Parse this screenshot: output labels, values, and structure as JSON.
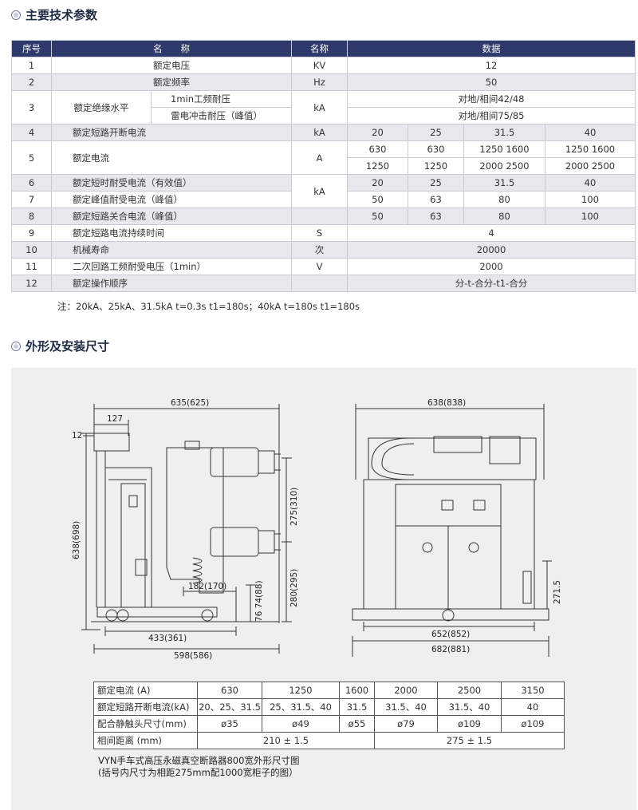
{
  "section1": {
    "title": "主要技术参数"
  },
  "params": {
    "headers": [
      "序号",
      "名　　称",
      "名称",
      "数据"
    ],
    "rows": [
      {
        "no": "1",
        "name": "额定电压",
        "unit": "KV",
        "value": "12"
      },
      {
        "no": "2",
        "name": "额定频率",
        "unit": "Hz",
        "value": "50"
      },
      {
        "no": "3",
        "name": "额定绝缘水平",
        "sub1": "1min工频耐压",
        "sub2": "雷电冲击耐压（峰值）",
        "unit": "kA",
        "value1": "对地/相间42/48",
        "value2": "对地/相间75/85"
      },
      {
        "no": "4",
        "name": "额定短路开断电流",
        "unit": "kA",
        "v": [
          "20",
          "25",
          "31.5",
          "40"
        ]
      },
      {
        "no": "5",
        "name": "额定电流",
        "unit": "A",
        "v1": [
          "630",
          "630",
          "1250 1600",
          "1250 1600"
        ],
        "v2": [
          "1250",
          "1250",
          "2000 2500",
          "2000 2500"
        ]
      },
      {
        "no": "6",
        "name": "额定短时耐受电流（有效值）",
        "v": [
          "20",
          "25",
          "31.5",
          "40"
        ]
      },
      {
        "no": "7",
        "name": "额定峰值耐受电流（峰值）",
        "unit": "kA",
        "v": [
          "50",
          "63",
          "80",
          "100"
        ]
      },
      {
        "no": "8",
        "name": "额定短路关合电流（峰值）",
        "v": [
          "50",
          "63",
          "80",
          "100"
        ]
      },
      {
        "no": "9",
        "name": "额定短路电流持续时间",
        "unit": "S",
        "value": "4"
      },
      {
        "no": "10",
        "name": "机械寿命",
        "unit": "次",
        "value": "20000"
      },
      {
        "no": "11",
        "name": "二次回路工频耐受电压（1min）",
        "unit": "V",
        "value": "2000"
      },
      {
        "no": "12",
        "name": "额定操作顺序",
        "unit": "",
        "value": "分-t-合分-t1-合分"
      }
    ],
    "note": "注：20kA、25kA、31.5kA  t=0.3s  t1=180s；40kA  t=180s  t1=180s"
  },
  "section2": {
    "title": "外形及安装尺寸"
  },
  "drawing": {
    "side": {
      "w_total": "635(625)",
      "w_127": "127",
      "w_12": "12",
      "h_total": "638(698)",
      "h_275": "275(310)",
      "h_280": "280(295)",
      "w_182": "182(170)",
      "h_76": "76 74(88)",
      "w_433": "433(361)",
      "w_598": "598(586)"
    },
    "front": {
      "w_top": "638(838)",
      "h_271": "271.5",
      "w_652": "652(852)",
      "w_682": "682(881)"
    }
  },
  "dims": {
    "rows": [
      {
        "label": "额定电流 (A)",
        "cells": [
          "630",
          "1250",
          "1600",
          "2000",
          "2500",
          "3150"
        ]
      },
      {
        "label": "额定短路开断电流(kA)",
        "cells": [
          "20、25、31.5",
          "25、31.5、40",
          "31.5",
          "31.5、40",
          "31.5、40",
          "40"
        ]
      },
      {
        "label": "配合静触头尺寸(mm)",
        "cells": [
          "ø35",
          "ø49",
          "ø55",
          "ø79",
          "ø109",
          "ø109"
        ]
      },
      {
        "label": "相间距离  (mm)",
        "a": "210 ± 1.5",
        "b": "275 ± 1.5"
      }
    ]
  },
  "caption": {
    "line1": "VYN手车式高压永磁真空断路器800宽外形尺寸图",
    "line2": "(括号内尺寸为相距275mm配1000宽柜子的图）"
  },
  "colors": {
    "header_bg": "#2e3a6b",
    "stripe": "#e8e8ec",
    "drawing_bg": "#efefef"
  }
}
